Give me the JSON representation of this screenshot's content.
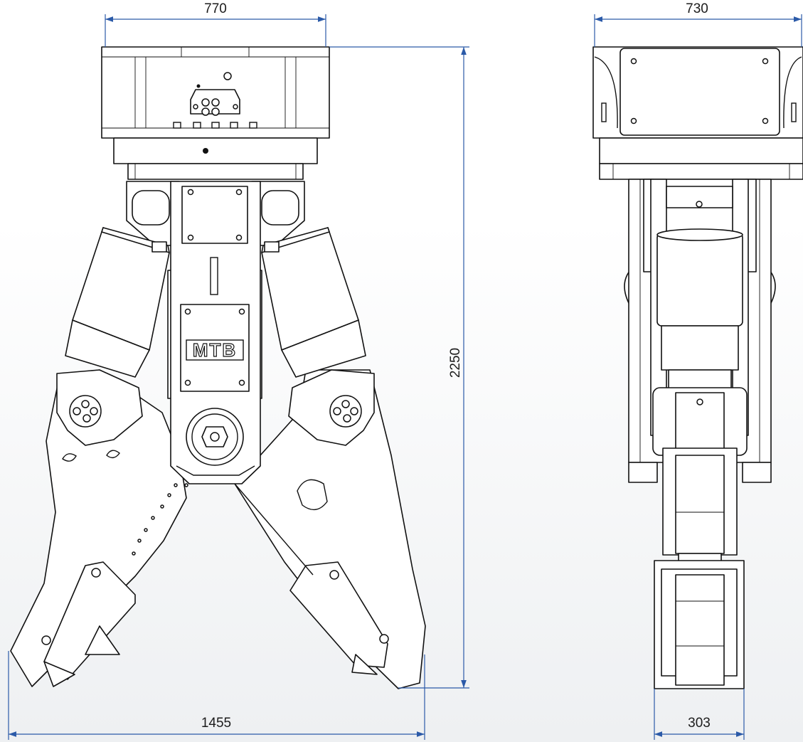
{
  "drawing": {
    "logo_text": "MTB",
    "dimensions": {
      "front_top_width": "770",
      "front_height": "2250",
      "front_bottom_width": "1455",
      "side_top_width": "730",
      "side_bottom_width": "303"
    },
    "colors": {
      "dimension_line": "#2b5aa8",
      "outline": "#111111",
      "fill": "#ffffff"
    }
  }
}
